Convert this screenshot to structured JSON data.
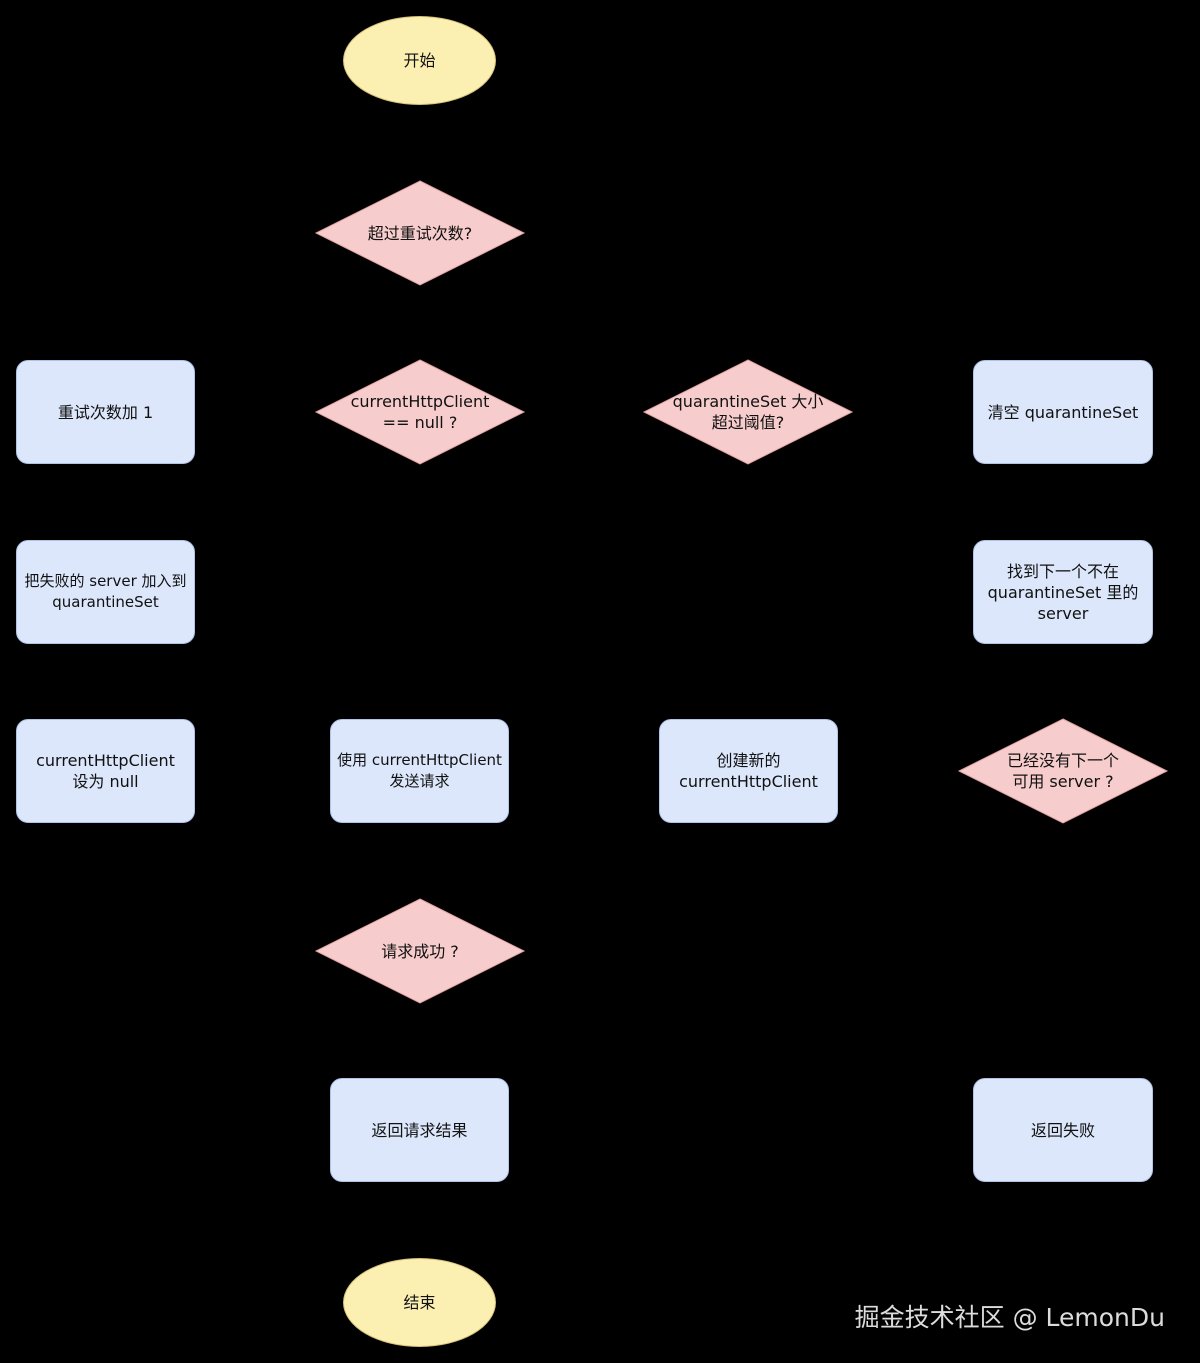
{
  "nodes": {
    "start": "开始",
    "retry_exceeded": "超过重试次数?",
    "retry_add": "重试次数加 1",
    "client_null": "currentHttpClient\n== null ?",
    "quarantine_over": "quarantineSet 大小\n超过阈值?",
    "clear_quarantine": "清空 quarantineSet",
    "add_failed_server": "把失败的 server 加入到\nquarantineSet",
    "find_next_server": "找到下一个不在\nquarantineSet 里的\nserver",
    "set_client_null": "currentHttpClient\n设为 null",
    "send_request": "使用 currentHttpClient\n发送请求",
    "create_client": "创建新的\ncurrentHttpClient",
    "no_server": "已经没有下一个\n可用 server ?",
    "request_success": "请求成功 ?",
    "return_result": "返回请求结果",
    "return_fail": "返回失败",
    "end": "结束"
  },
  "colors": {
    "background": "#000000",
    "terminal_fill": "#fbefb2",
    "process_fill": "#dce7fb",
    "decision_fill": "#f7cccc",
    "watermark": "#dcdcdc"
  },
  "watermark": "掘金技术社区 @ LemonDu"
}
